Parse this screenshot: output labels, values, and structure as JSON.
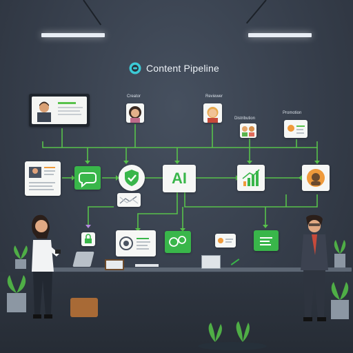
{
  "header": {
    "title": "Content Pipeline"
  },
  "labels": {
    "person_a": "Creator",
    "person_b": "Reviewer",
    "small_a": "Distribution",
    "small_b": "Promotion"
  },
  "hub": {
    "label": "AI"
  },
  "colors": {
    "accent": "#39b64a",
    "line": "#58c24b",
    "bg": "#363e4b",
    "title": "#eef3f8"
  }
}
